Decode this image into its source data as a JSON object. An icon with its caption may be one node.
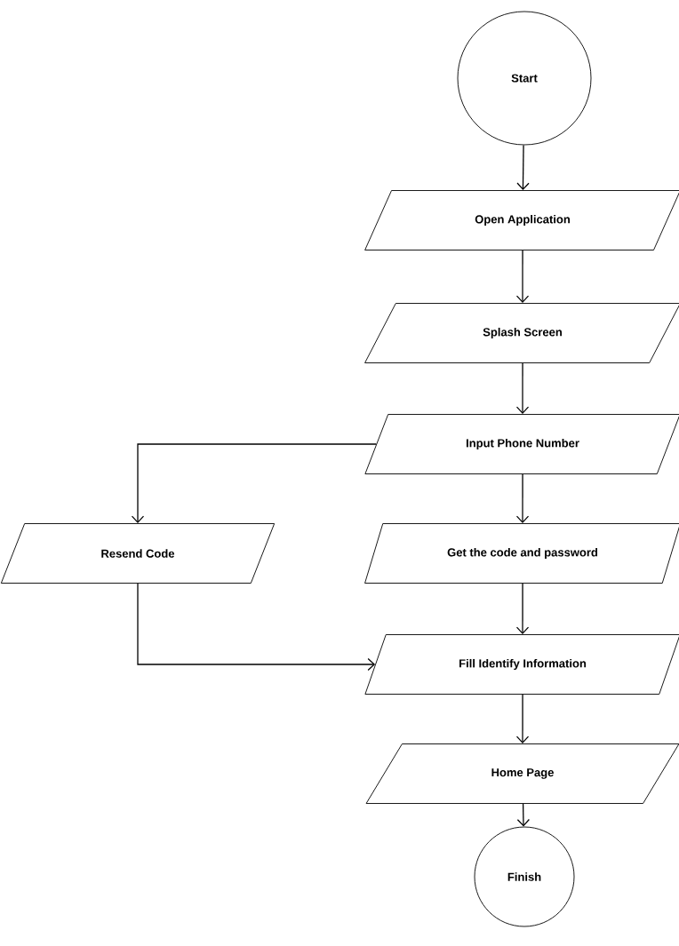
{
  "diagram": {
    "nodes": [
      {
        "text": [
          "Start"
        ]
      },
      {
        "text": [
          "Open Application"
        ]
      },
      {
        "text": [
          "Splash Screen"
        ]
      },
      {
        "text": [
          "Input Phone Number"
        ]
      },
      {
        "text": [
          "Resend Code"
        ]
      },
      {
        "text": [
          "Get the code and password"
        ]
      },
      {
        "text": [
          "Fill Identify Information"
        ]
      },
      {
        "text": [
          "Home Page"
        ]
      },
      {
        "text": [
          "Finish"
        ]
      }
    ],
    "edges": [
      {
        "from": 0,
        "to": 1,
        "arrow": "to"
      },
      {
        "from": 1,
        "to": 2,
        "arrow": "to"
      },
      {
        "from": 2,
        "to": 3,
        "arrow": "to"
      },
      {
        "from": 3,
        "to": 4,
        "arrow": "to"
      },
      {
        "from": 3,
        "to": 5,
        "arrow": "to"
      },
      {
        "from": 4,
        "to": 6,
        "arrow": "to"
      },
      {
        "from": 5,
        "to": 6,
        "arrow": "to"
      },
      {
        "from": 6,
        "to": 7,
        "arrow": "to"
      },
      {
        "from": 7,
        "to": 8,
        "arrow": "to"
      }
    ]
  }
}
